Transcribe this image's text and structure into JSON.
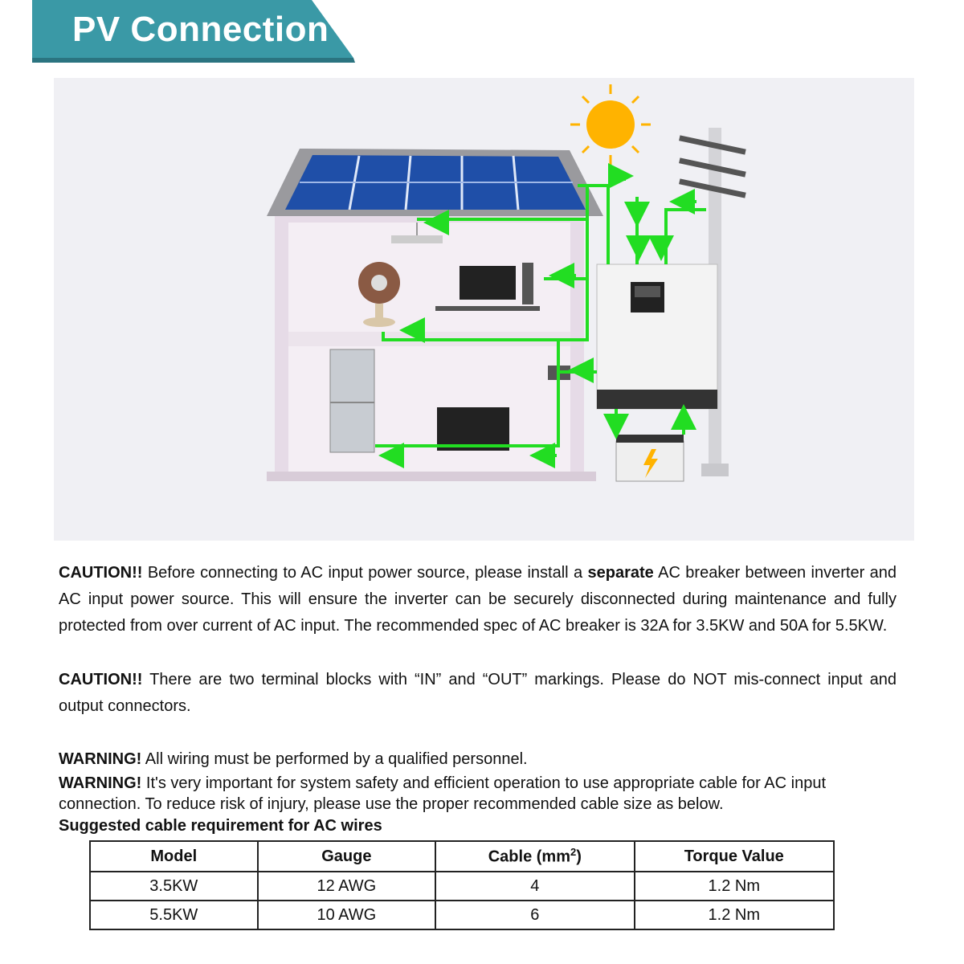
{
  "header": {
    "title": "PV Connection",
    "bg_color": "#3a99a6"
  },
  "caution1": {
    "lead": "CAUTION!!",
    "text_a": " Before connecting to AC input power source, please install a ",
    "emphasis": "separate",
    "text_b": " AC breaker between inverter and AC input power source. This will ensure the inverter can be securely disconnected during maintenance and fully protected from over current of AC input. The recommended spec of AC breaker is 32A for 3.5KW and 50A for 5.5KW."
  },
  "caution2": {
    "lead": "CAUTION!!",
    "text": " There are two terminal blocks with “IN” and “OUT” markings. Please do NOT mis-connect input and output connectors."
  },
  "warning1": {
    "lead": "WARNING!",
    "text": " All wiring must be performed by a qualified personnel."
  },
  "warning2": {
    "lead": "WARNING!",
    "text": " It's very important for system safety and efficient operation to use appropriate cable for AC input connection. To reduce risk of injury, please use the proper recommended cable size as below."
  },
  "table": {
    "title": "Suggested cable requirement for AC wires",
    "headers": [
      "Model",
      "Gauge",
      "Cable (mm",
      "2",
      ")",
      "Torque Value"
    ],
    "rows": [
      [
        "3.5KW",
        "12 AWG",
        "4",
        "1.2 Nm"
      ],
      [
        "5.5KW",
        "10 AWG",
        "6",
        "1.2 Nm"
      ]
    ]
  },
  "colors": {
    "wire": "#22dd22",
    "sun": "#ffb300",
    "house": "#e6dbe7",
    "panel": "#1f4fa8"
  }
}
